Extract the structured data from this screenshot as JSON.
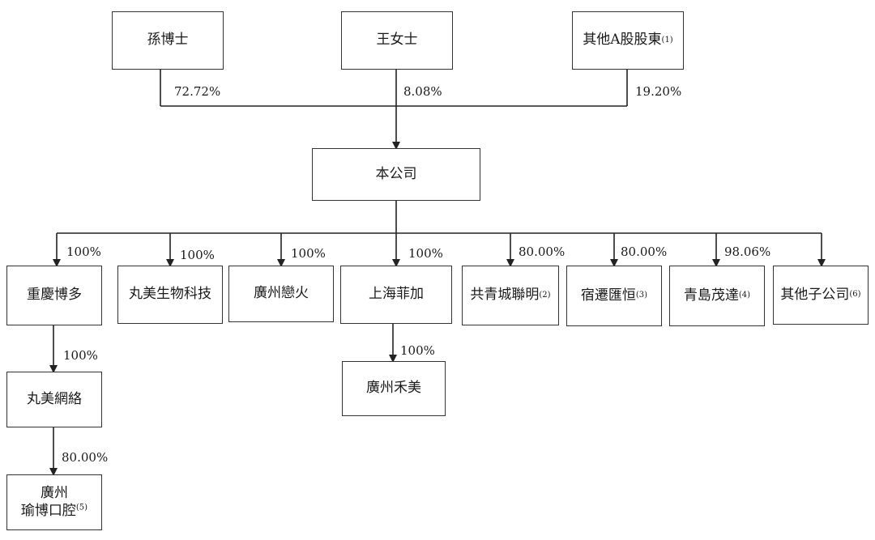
{
  "shareholders": [
    {
      "id": "sun",
      "label": "孫博士",
      "pct": "72.72%"
    },
    {
      "id": "wang",
      "label": "王女士",
      "pct": "8.08%"
    },
    {
      "id": "others",
      "label": "其他A股股東",
      "note": "(1)",
      "pct": "19.20%"
    }
  ],
  "company": {
    "label": "本公司"
  },
  "subsidiaries": [
    {
      "label": "重慶博多",
      "pct": "100%"
    },
    {
      "label": "丸美生物科技",
      "pct": "100%"
    },
    {
      "label": "廣州戀火",
      "pct": "100%"
    },
    {
      "label": "上海菲加",
      "pct": "100%"
    },
    {
      "label": "共青城聯明",
      "note": "(2)",
      "pct": "80.00%"
    },
    {
      "label": "宿遷匯恒",
      "note": "(3)",
      "pct": "80.00%"
    },
    {
      "label": "青島茂達",
      "note": "(4)",
      "pct": "98.06%"
    },
    {
      "label": "其他子公司",
      "note": "(6)",
      "pct": ""
    }
  ],
  "sub_level": {
    "wanmei_network": {
      "label": "丸美網絡",
      "pct": "100%"
    },
    "guangzhou_yubo": {
      "label_line1": "廣州",
      "label_line2": "瑜博口腔",
      "note": "(5)",
      "pct": "80.00%"
    },
    "guangzhou_hemei": {
      "label": "廣州禾美",
      "pct": "100%"
    }
  }
}
